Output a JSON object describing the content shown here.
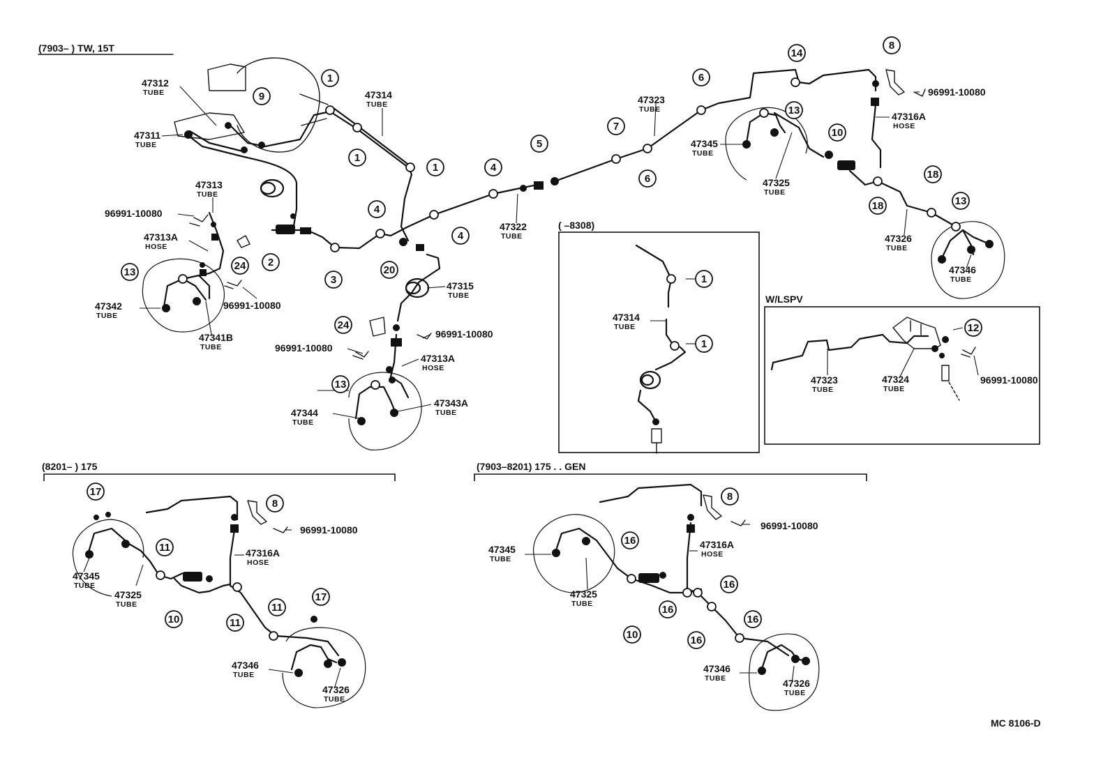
{
  "sections": {
    "main": "(7903–        ) TW, 15T",
    "inset_8308": "(        –8308)",
    "lspv": "W/LSPV",
    "s175": "(8201–        ) 175",
    "s175gen": "(7903–8201) 175 . . GEN"
  },
  "footer_code": "MC 8106-D",
  "type_words": {
    "tube": "TUBE",
    "hose": "HOSE"
  },
  "labels": [
    {
      "id": "l47312",
      "part": "47312",
      "type": "TUBE"
    },
    {
      "id": "l47311",
      "part": "47311",
      "type": "TUBE"
    },
    {
      "id": "l47314",
      "part": "47314",
      "type": "TUBE"
    },
    {
      "id": "l47313",
      "part": "47313",
      "type": "TUBE"
    },
    {
      "id": "l96991a",
      "part": "96991-10080",
      "type": ""
    },
    {
      "id": "l47313A",
      "part": "47313A",
      "type": "HOSE"
    },
    {
      "id": "l47342",
      "part": "47342",
      "type": "TUBE"
    },
    {
      "id": "l96991b",
      "part": "96991-10080",
      "type": ""
    },
    {
      "id": "l47341B",
      "part": "47341B",
      "type": "TUBE"
    },
    {
      "id": "l47315",
      "part": "47315",
      "type": "TUBE"
    },
    {
      "id": "l96991c",
      "part": "96991-10080",
      "type": ""
    },
    {
      "id": "l96991d",
      "part": "96991-10080",
      "type": ""
    },
    {
      "id": "l47313A2",
      "part": "47313A",
      "type": "HOSE"
    },
    {
      "id": "l47344",
      "part": "47344",
      "type": "TUBE"
    },
    {
      "id": "l47343A",
      "part": "47343A",
      "type": "TUBE"
    },
    {
      "id": "l47322",
      "part": "47322",
      "type": "TUBE"
    },
    {
      "id": "l47323",
      "part": "47323",
      "type": "TUBE"
    },
    {
      "id": "l47345",
      "part": "47345",
      "type": "TUBE"
    },
    {
      "id": "l47325",
      "part": "47325",
      "type": "TUBE"
    },
    {
      "id": "l96991e",
      "part": "96991-10080",
      "type": ""
    },
    {
      "id": "l47316A",
      "part": "47316A",
      "type": "HOSE"
    },
    {
      "id": "l47326",
      "part": "47326",
      "type": "TUBE"
    },
    {
      "id": "l47346",
      "part": "47346",
      "type": "TUBE"
    },
    {
      "id": "l47314i",
      "part": "47314",
      "type": "TUBE"
    },
    {
      "id": "l47323L",
      "part": "47323",
      "type": "TUBE"
    },
    {
      "id": "l47324L",
      "part": "47324",
      "type": "TUBE"
    },
    {
      "id": "l96991L",
      "part": "96991-10080",
      "type": ""
    },
    {
      "id": "b96991",
      "part": "96991-10080",
      "type": ""
    },
    {
      "id": "b47316A",
      "part": "47316A",
      "type": "HOSE"
    },
    {
      "id": "b47345",
      "part": "47345",
      "type": "TUBE"
    },
    {
      "id": "b47325",
      "part": "47325",
      "type": "TUBE"
    },
    {
      "id": "b47346",
      "part": "47346",
      "type": "TUBE"
    },
    {
      "id": "b47326",
      "part": "47326",
      "type": "TUBE"
    },
    {
      "id": "g96991",
      "part": "96991-10080",
      "type": ""
    },
    {
      "id": "g47345",
      "part": "47345",
      "type": "TUBE"
    },
    {
      "id": "g47316A",
      "part": "47316A",
      "type": "HOSE"
    },
    {
      "id": "g47325",
      "part": "47325",
      "type": "TUBE"
    },
    {
      "id": "g47346",
      "part": "47346",
      "type": "TUBE"
    },
    {
      "id": "g47326",
      "part": "47326",
      "type": "TUBE"
    }
  ],
  "callouts": [
    {
      "id": "c1a",
      "n": "1"
    },
    {
      "id": "c1b",
      "n": "1"
    },
    {
      "id": "c1c",
      "n": "1"
    },
    {
      "id": "c9",
      "n": "9"
    },
    {
      "id": "c2",
      "n": "2"
    },
    {
      "id": "c3",
      "n": "3"
    },
    {
      "id": "c24a",
      "n": "24"
    },
    {
      "id": "c13a",
      "n": "13"
    },
    {
      "id": "c4a",
      "n": "4"
    },
    {
      "id": "c4b",
      "n": "4"
    },
    {
      "id": "c4c",
      "n": "4"
    },
    {
      "id": "c20",
      "n": "20"
    },
    {
      "id": "c24b",
      "n": "24"
    },
    {
      "id": "c13b",
      "n": "13"
    },
    {
      "id": "c5",
      "n": "5"
    },
    {
      "id": "c7",
      "n": "7"
    },
    {
      "id": "c6a",
      "n": "6"
    },
    {
      "id": "c6b",
      "n": "6"
    },
    {
      "id": "c14",
      "n": "14"
    },
    {
      "id": "c8a",
      "n": "8"
    },
    {
      "id": "c13c",
      "n": "13"
    },
    {
      "id": "c10a",
      "n": "10"
    },
    {
      "id": "c18a",
      "n": "18"
    },
    {
      "id": "c18b",
      "n": "18"
    },
    {
      "id": "c13d",
      "n": "13"
    },
    {
      "id": "ci1a",
      "n": "1"
    },
    {
      "id": "ci1b",
      "n": "1"
    },
    {
      "id": "c12",
      "n": "12"
    },
    {
      "id": "c17a",
      "n": "17"
    },
    {
      "id": "c8b",
      "n": "8"
    },
    {
      "id": "c11a",
      "n": "11"
    },
    {
      "id": "c10b",
      "n": "10"
    },
    {
      "id": "c11b",
      "n": "11"
    },
    {
      "id": "c11c",
      "n": "11"
    },
    {
      "id": "c17b",
      "n": "17"
    },
    {
      "id": "c8c",
      "n": "8"
    },
    {
      "id": "c16a",
      "n": "16"
    },
    {
      "id": "c16b",
      "n": "16"
    },
    {
      "id": "c16c",
      "n": "16"
    },
    {
      "id": "c16d",
      "n": "16"
    },
    {
      "id": "c16e",
      "n": "16"
    },
    {
      "id": "c10c",
      "n": "10"
    }
  ]
}
